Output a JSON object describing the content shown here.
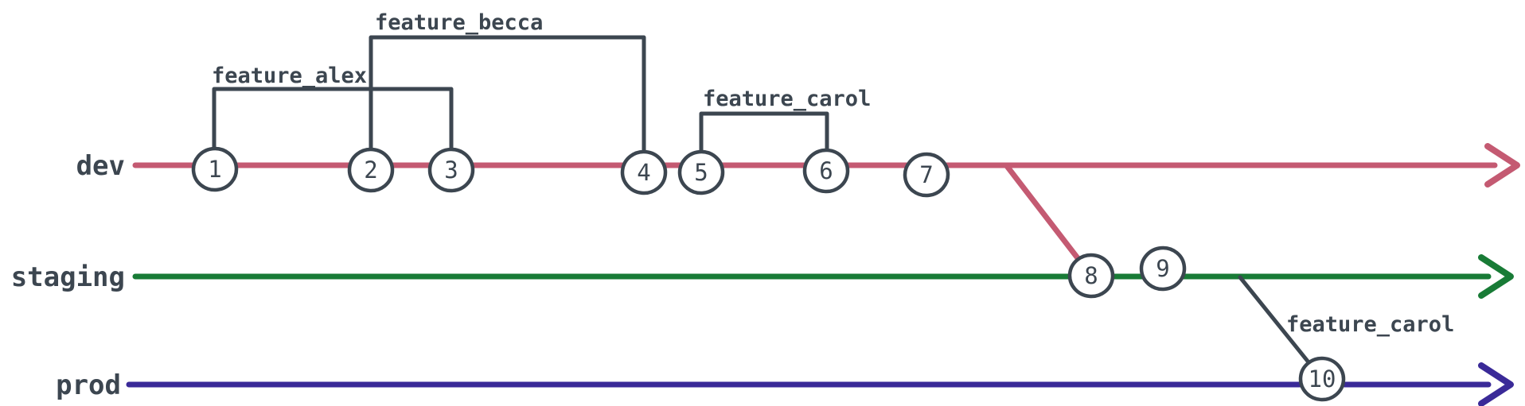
{
  "diagram": {
    "kind": "git-branch-graph",
    "background": "#ffffff"
  },
  "branches": {
    "dev": {
      "label": "dev",
      "color": "#c45a72"
    },
    "staging": {
      "label": "staging",
      "color": "#187b36"
    },
    "prod": {
      "label": "prod",
      "color": "#3a2a98"
    }
  },
  "commits": [
    {
      "label": "1",
      "branch": "dev"
    },
    {
      "label": "2",
      "branch": "dev"
    },
    {
      "label": "3",
      "branch": "dev"
    },
    {
      "label": "4",
      "branch": "dev"
    },
    {
      "label": "5",
      "branch": "dev"
    },
    {
      "label": "6",
      "branch": "dev"
    },
    {
      "label": "7",
      "branch": "dev"
    },
    {
      "label": "8",
      "branch": "staging"
    },
    {
      "label": "9",
      "branch": "staging"
    },
    {
      "label": "10",
      "branch": "prod"
    }
  ],
  "feature_branches": {
    "alex": {
      "label": "feature_alex",
      "from_commit": "1",
      "to_commit": "3"
    },
    "becca": {
      "label": "feature_becca",
      "from_commit": "2",
      "to_commit": "4"
    },
    "carol_dev": {
      "label": "feature_carol",
      "from_commit": "5",
      "to_commit": "6"
    },
    "carol_prod": {
      "label": "feature_carol",
      "from_commit": "9",
      "to_commit": "10"
    }
  },
  "colors": {
    "node_stroke": "#3c4650",
    "node_fill": "#ffffff",
    "label_text": "#3c4650"
  }
}
